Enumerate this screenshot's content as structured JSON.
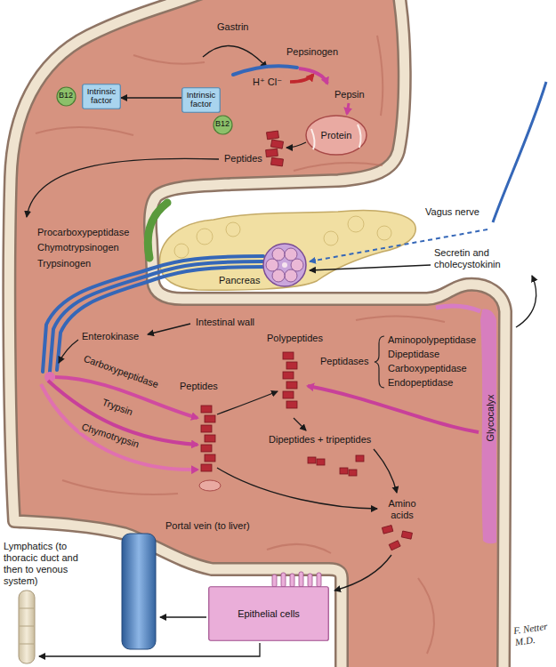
{
  "diagram": {
    "nodes": [
      {
        "text": [
          "B12"
        ]
      },
      {
        "text": [
          "Intrinsic factor"
        ]
      },
      {
        "text": [
          "Intrinsic factor"
        ]
      },
      {
        "text": [
          "B12"
        ]
      },
      {
        "text": [
          "Epithelial cells"
        ]
      }
    ],
    "edges": [
      {
        "from": 2,
        "to": 1,
        "arrow": "to"
      }
    ],
    "labels": [
      "Gastrin",
      "Pepsinogen",
      "H⁺ Cl⁻",
      "Pepsin",
      "Protein",
      "Peptides",
      "Vagus nerve",
      "Secretin and cholecystokinin",
      "Procarboxypeptidase",
      "Chymotrypsinogen",
      "Trypsinogen",
      "Pancreas",
      "Intestinal wall",
      "Polypeptides",
      "Enterokinase",
      "Peptidases",
      "Aminopolypeptidase",
      "Dipeptidase",
      "Carboxypeptidase",
      "Endopeptidase",
      "Carboxypeptidase",
      "Peptides",
      "Trypsin",
      "Glycocalyx",
      "Chymotrypsin",
      "Dipeptides + tripeptides",
      "Amino acids",
      "Lymphatics (to thoracic duct and then to venous system)",
      "Portal vein (to liver)",
      "F. Netter M.D."
    ]
  }
}
